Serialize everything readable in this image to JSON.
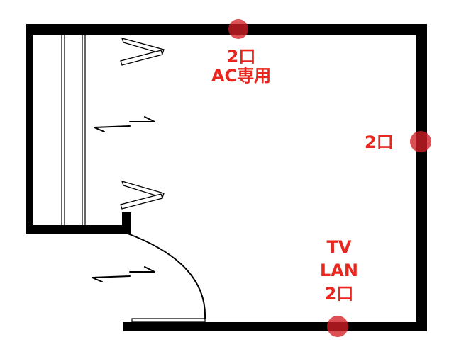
{
  "colors": {
    "wall": "#000000",
    "outlet_label": "#e8261e",
    "outlet_marker": "#d21e24"
  },
  "outlets": {
    "top": {
      "count": "2口",
      "note": "AC専用"
    },
    "right": {
      "count": "2口"
    },
    "bottom": {
      "tv": "TV",
      "lan": "LAN",
      "count": "2口"
    }
  },
  "icons": {
    "closet_sliding_arrow": "double-headed-arrow",
    "entry_sliding_arrow": "double-headed-arrow",
    "outlet_marker": "red-dot"
  }
}
